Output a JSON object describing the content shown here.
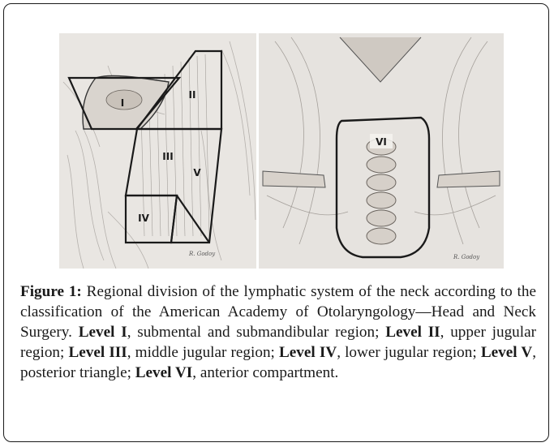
{
  "figure": {
    "left_panel": {
      "labels": [
        "I",
        "II",
        "III",
        "IV",
        "V"
      ],
      "signature": "R. Godoy"
    },
    "right_panel": {
      "labels": [
        "VI"
      ],
      "signature": "R. Godoy"
    }
  },
  "caption": {
    "figure_label": "Figure 1:",
    "text_intro": " Regional division of the lymphatic system of the neck according to the classification of the American Academy of Otolaryngology—Head and Neck Surgery. ",
    "items": [
      {
        "level": "Level I",
        "desc": ", submental and submandibular region; "
      },
      {
        "level": "Level II",
        "desc": ", upper jugular region; "
      },
      {
        "level": "Level III",
        "desc": ", middle jugular region; "
      },
      {
        "level": "Level IV",
        "desc": ", lower jugular region; "
      },
      {
        "level": "Level V",
        "desc": ", posterior triangle; "
      },
      {
        "level": "Level VI",
        "desc": ", anterior compartment."
      }
    ]
  }
}
